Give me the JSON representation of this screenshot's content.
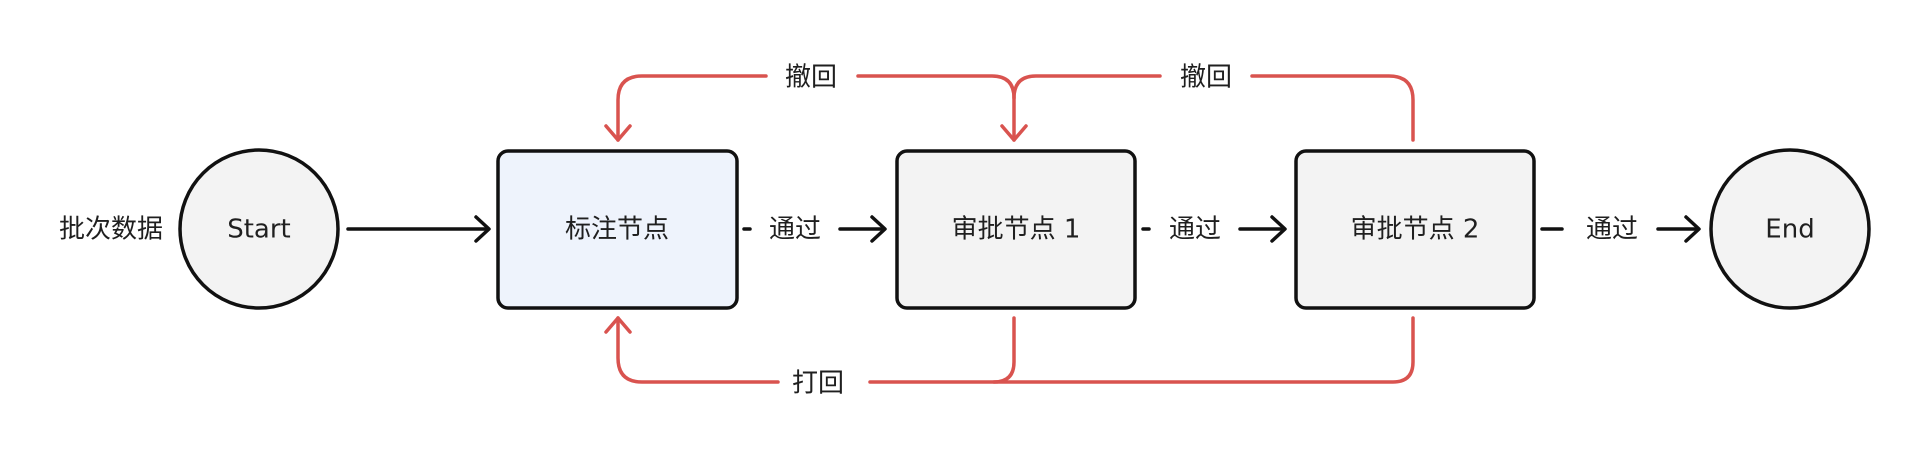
{
  "input_label": "批次数据",
  "nodes": {
    "start": "Start",
    "annotate": "标注节点",
    "approve1": "审批节点 1",
    "approve2": "审批节点 2",
    "end": "End"
  },
  "edges": {
    "pass1": "通过",
    "pass2": "通过",
    "pass3": "通过",
    "withdraw1": "撤回",
    "withdraw2": "撤回",
    "reject": "打回"
  },
  "colors": {
    "annotate_fill": "#eef3fc",
    "node_fill": "#f3f3f3",
    "flow_arrow": "#111111",
    "return_arrow": "#d9534f"
  }
}
